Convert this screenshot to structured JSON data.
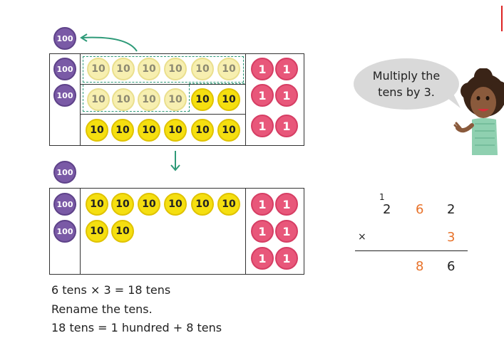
{
  "counters": {
    "hundred": "100",
    "ten": "10",
    "one": "1"
  },
  "speech": {
    "line1": "Multiply the",
    "line2": "tens by 3."
  },
  "calc": {
    "carry": "1",
    "row1": [
      "2",
      "6",
      "2"
    ],
    "operator": "×",
    "row2": "3",
    "result": [
      "8",
      "6"
    ]
  },
  "captions": [
    "6 tens × 3 = 18 tens",
    "Rename the tens.",
    "18 tens = 1 hundred + 8 tens"
  ],
  "colors": {
    "hundreds": "#7a5aa6",
    "tens": "#f5df10",
    "ones": "#e8577a",
    "arrow": "#2e9a78",
    "accent": "#e8722a"
  }
}
